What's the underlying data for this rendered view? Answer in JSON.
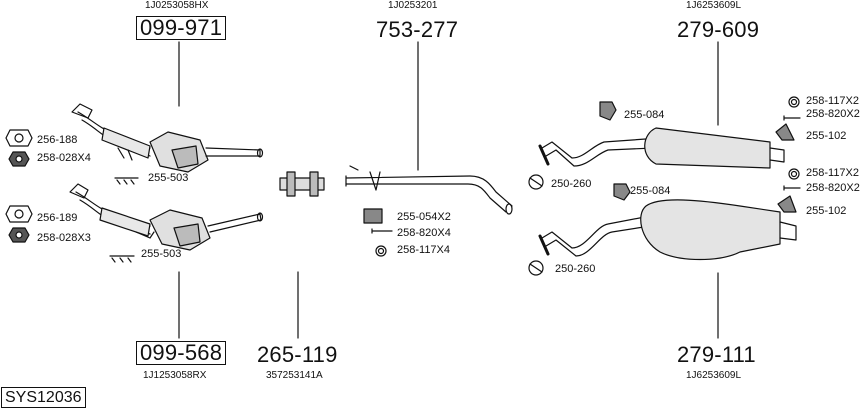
{
  "diagram_code": "SYS12036",
  "assemblies": {
    "front_pipe_1": {
      "part_number": "099-971",
      "oe_ref": "1J0253058HX"
    },
    "front_pipe_2": {
      "part_number": "099-568",
      "oe_ref": "1J1253058RX"
    },
    "connector": {
      "part_number": "265-119",
      "oe_ref": "357253141A"
    },
    "middle_pipe": {
      "part_number": "753-277",
      "oe_ref": "1J0253201"
    },
    "rear_silencer_1": {
      "part_number": "279-609",
      "oe_ref": "1J6253609L"
    },
    "rear_silencer_2": {
      "part_number": "279-111",
      "oe_ref": "1J6253609L"
    }
  },
  "fittings": {
    "f1": "256-188",
    "f2": "258-028X4",
    "f3": "255-503",
    "f4": "256-189",
    "f5": "258-028X3",
    "f6": "255-503",
    "m1": "255-054X2",
    "m2": "258-820X4",
    "m3": "258-117X4",
    "r1": "255-084",
    "r2": "258-117X2",
    "r3": "258-820X2",
    "r4": "255-102",
    "r5": "250-260",
    "r6": "255-084",
    "r7": "258-117X2",
    "r8": "258-820X2",
    "r9": "255-102",
    "r10": "250-260"
  }
}
